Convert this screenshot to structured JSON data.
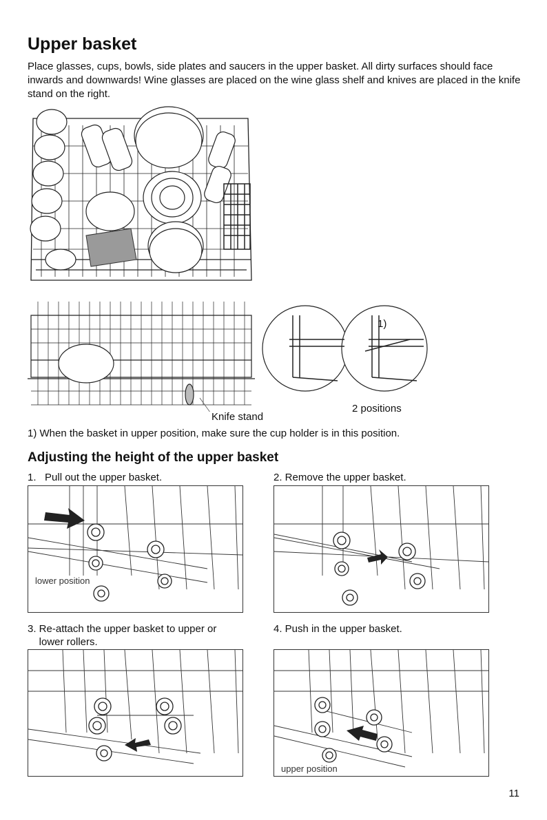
{
  "heading": "Upper basket",
  "intro": "Place glasses, cups, bowls, side plates and saucers in the upper basket. All dirty surfaces should face inwards and downwards! Wine glasses are placed on the wine glass shelf and knives are placed in the knife stand on the right.",
  "figure_labels": {
    "knife_stand": "Knife stand",
    "positions": "2 positions",
    "footnote_marker": "1)"
  },
  "footnote": "1) When the basket in upper position, make sure the cup holder is in this position.",
  "subheading": "Adjusting the height of the upper basket",
  "steps": [
    {
      "label": "1.   Pull out the upper basket.",
      "tag": "lower position"
    },
    {
      "label": "2. Remove the upper basket.",
      "tag": ""
    },
    {
      "label": "3. Re-attach the upper basket to upper or\n    lower rollers.",
      "tag": ""
    },
    {
      "label": "4. Push in the upper basket.",
      "tag": "upper position"
    }
  ],
  "page_number": "11"
}
